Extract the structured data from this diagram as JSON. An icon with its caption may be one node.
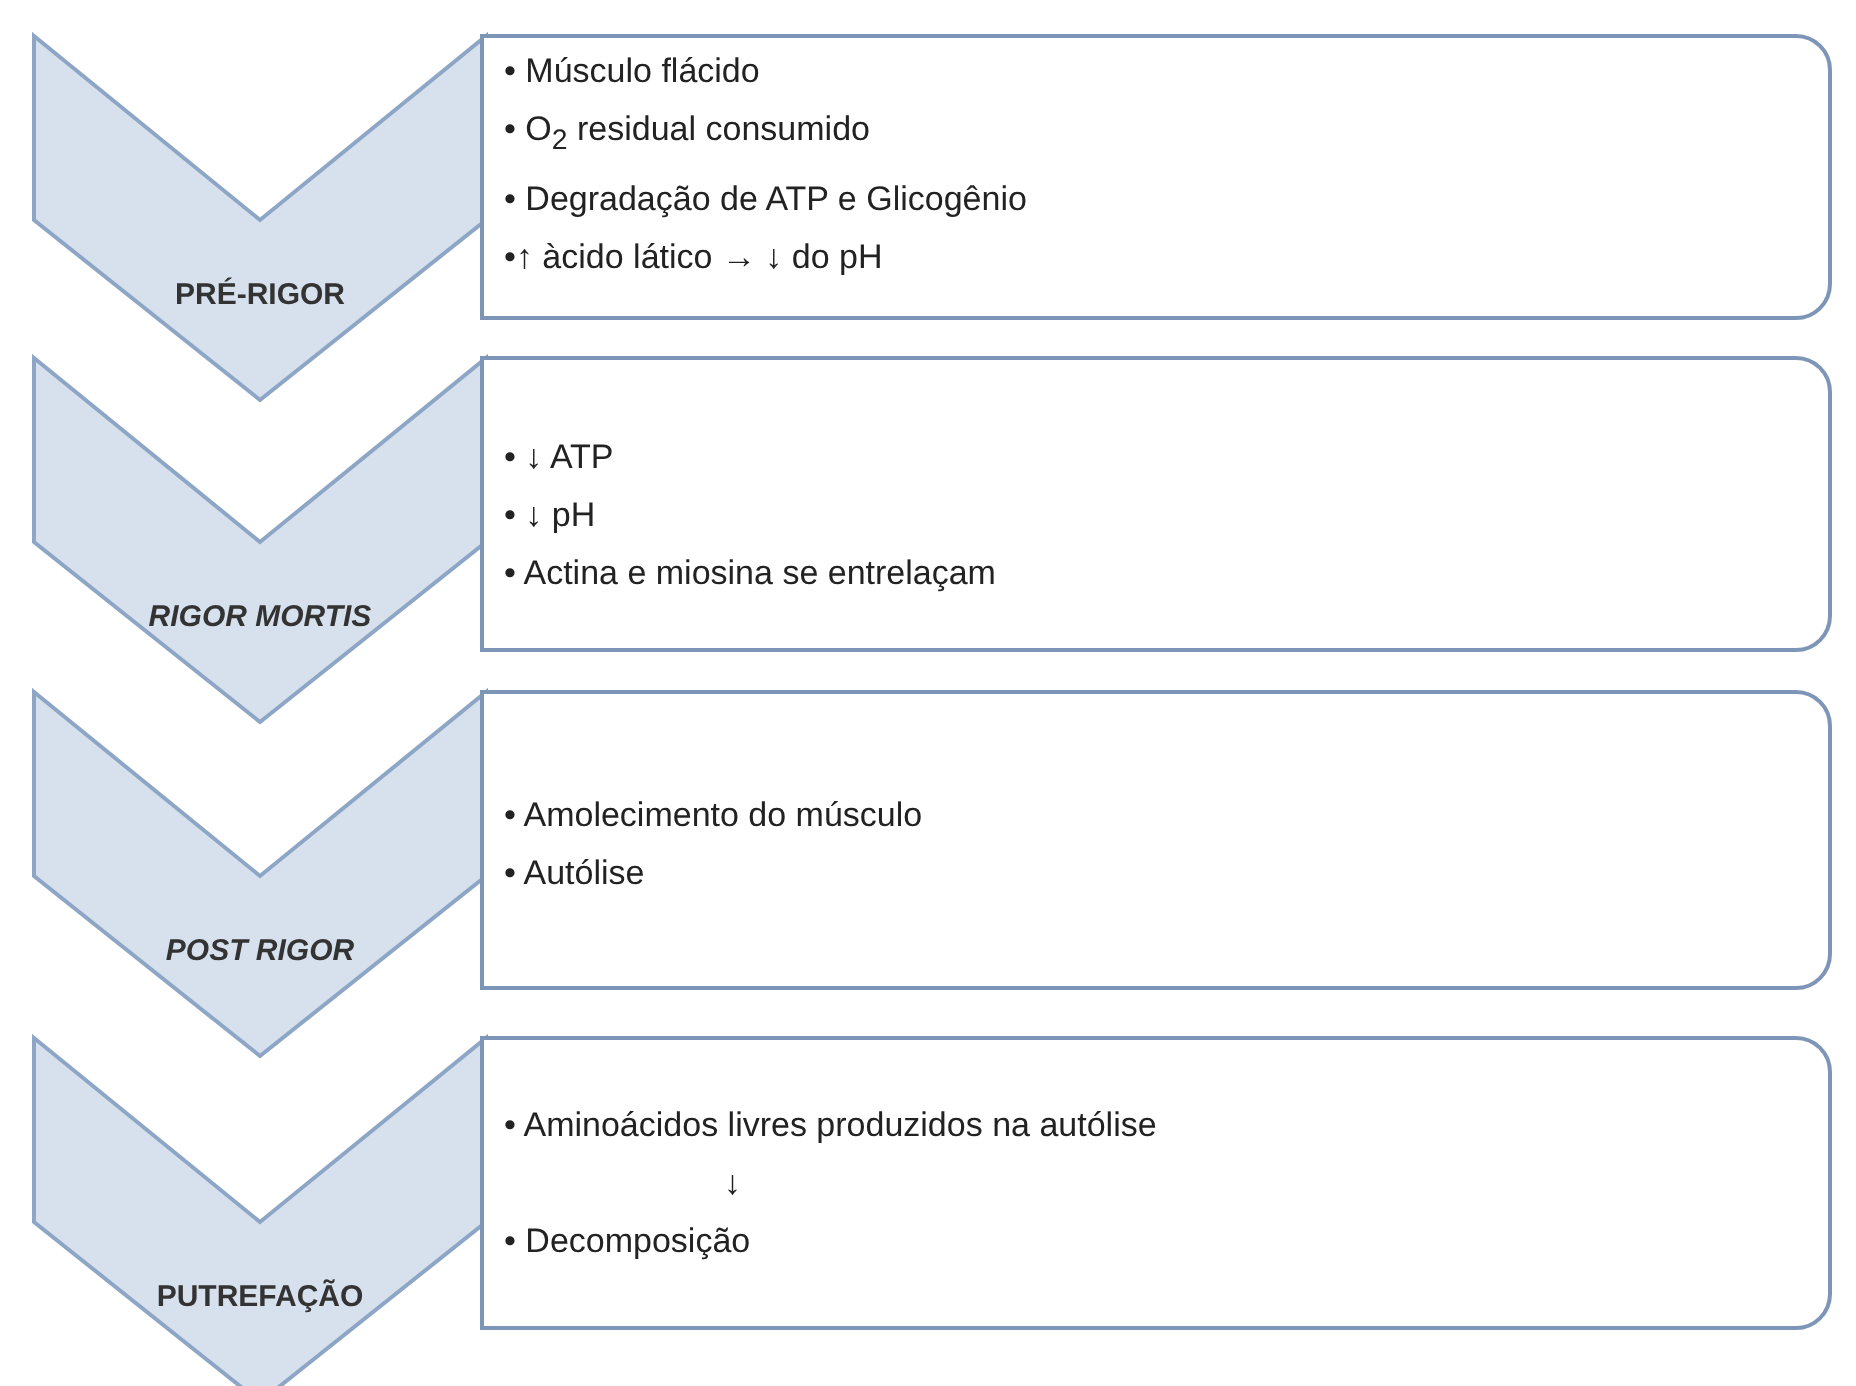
{
  "diagram": {
    "nodes": [
      {
        "text": [
          "PRÉ-RIGOR"
        ]
      },
      {
        "text": [
          "• Músculo flácido",
          "• O$_{2}$ residual consumido",
          "• Degradação de ATP e Glicogênio",
          "•↑ àcido lático → ↓ do pH"
        ]
      },
      {
        "text": [
          "RIGOR MORTIS"
        ]
      },
      {
        "text": [
          "• ↓ ATP",
          "• ↓ pH",
          "• Actina e miosina se entrelaçam"
        ]
      },
      {
        "text": [
          "POST RIGOR"
        ]
      },
      {
        "text": [
          "• Amolecimento do músculo",
          "• Autólise"
        ]
      },
      {
        "text": [
          "PUTREFAÇÃO"
        ]
      },
      {
        "text": [
          "• Aminoácidos livres produzidos na autólise",
          "↓",
          "• Decomposição"
        ]
      }
    ]
  }
}
